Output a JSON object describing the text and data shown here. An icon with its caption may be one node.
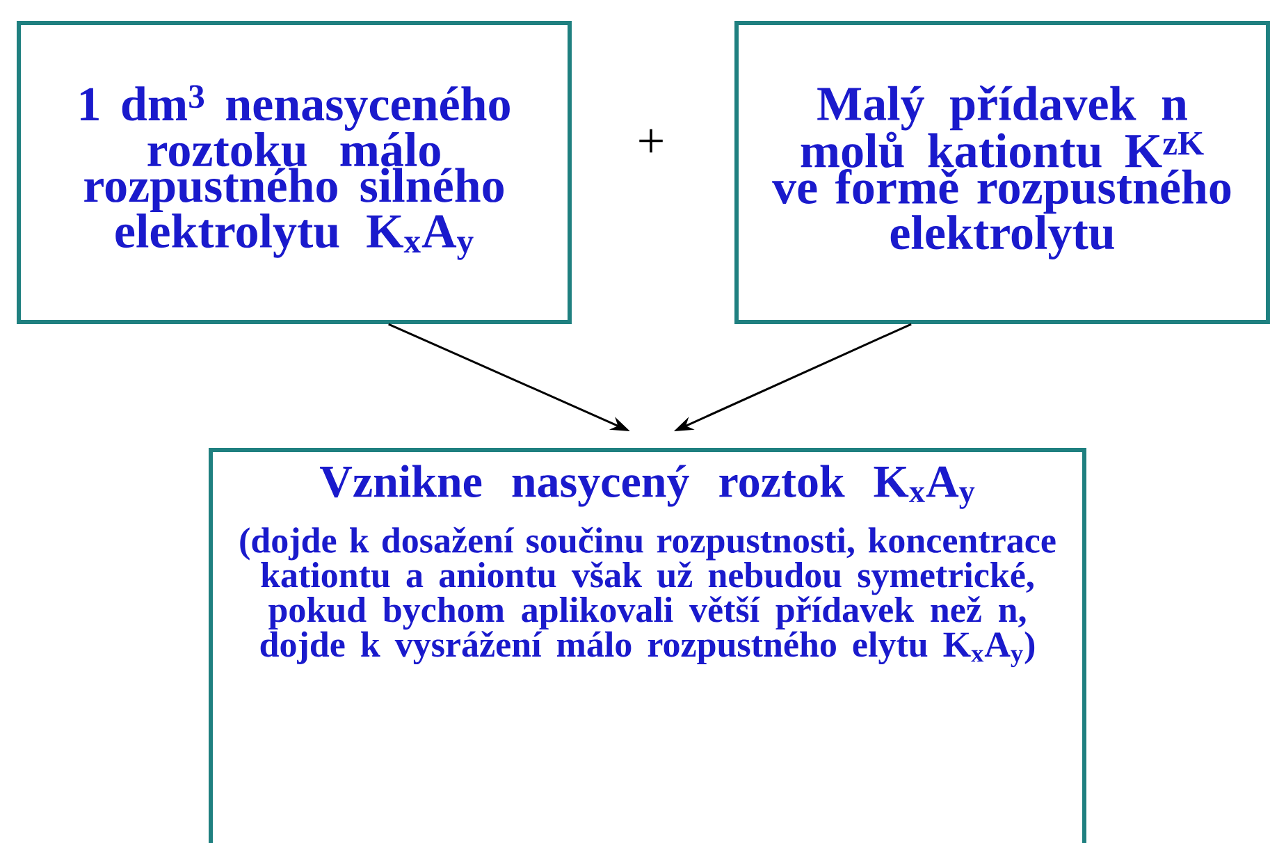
{
  "diagram": {
    "nodes": [
      {
        "text": [
          "1 dm$^{3}$ nenasyceného roztoku málo rozpustného silného elektrolytu K$_{x}$A$_{y}$"
        ]
      },
      {
        "text": [
          "Malý přídavek n molů kationtu K$^{zK}$ ve formě rozpustného elektrolytu"
        ]
      },
      {
        "text": [
          "Vznikne nasycený roztok K$_{x}$A$_{y}$",
          "(dojde k dosažení součinu rozpustnosti, koncentrace kationtu a aniontu však už nebudou symetrické, pokud bychom aplikovali větší přídavek než n, dojde k vysrážení málo rozpustného elytu K$_{x}$A$_{y}$)"
        ]
      }
    ],
    "edges": [
      {
        "from": 0,
        "to": 2,
        "arrow": "to"
      },
      {
        "from": 1,
        "to": 2,
        "arrow": "to"
      }
    ],
    "labels": [
      "+"
    ]
  }
}
